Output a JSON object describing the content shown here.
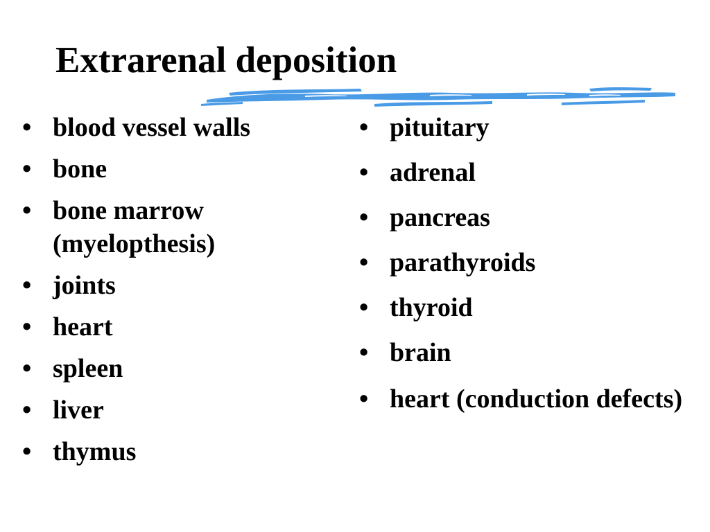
{
  "slide": {
    "title": "Extrarenal deposition",
    "accent_color": "#4a9be6",
    "bullet_char": "•",
    "left_items": [
      "blood vessel walls",
      "bone",
      "bone marrow (myelopthesis)",
      "joints",
      "heart",
      "spleen",
      "liver",
      "thymus"
    ],
    "right_items": [
      "pituitary",
      "adrenal",
      "pancreas",
      "parathyroids",
      "thyroid",
      "brain",
      "heart (conduction defects)"
    ]
  }
}
